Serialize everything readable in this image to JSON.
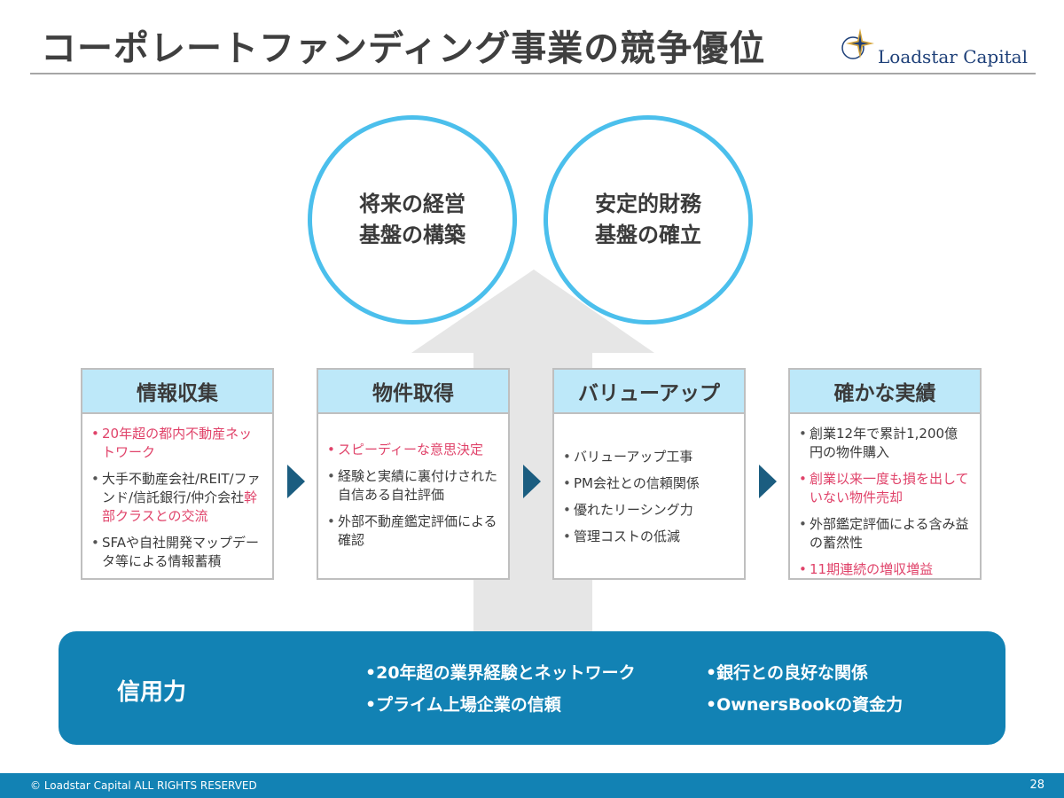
{
  "header": {
    "title": "コーポレートファンディング事業の競争優位",
    "logo_text": "Loadstar Capital"
  },
  "goals": [
    {
      "line1": "将来の経営",
      "line2": "基盤の構築"
    },
    {
      "line1": "安定的財務",
      "line2": "基盤の確立"
    }
  ],
  "steps": [
    {
      "title": "情報収集",
      "items": [
        {
          "text": "20年超の都内不動産ネットワーク",
          "highlight": true
        },
        {
          "text": "大手不動産会社/REIT/ファンド/信託銀行/仲介会社",
          "highlight_tail": "幹部クラスとの交流"
        },
        {
          "text": "SFAや自社開発マップデータ等による情報蓄積"
        }
      ]
    },
    {
      "title": "物件取得",
      "items": [
        {
          "text": "スピーディーな意思決定",
          "highlight": true
        },
        {
          "text": "経験と実績に裏付けされた自信ある自社評価"
        },
        {
          "text": "外部不動産鑑定評価による確認"
        }
      ]
    },
    {
      "title": "バリューアップ",
      "items": [
        {
          "text": "バリューアップ工事"
        },
        {
          "text": "PM会社との信頼関係"
        },
        {
          "text": "優れたリーシング力"
        },
        {
          "text": "管理コストの低減"
        }
      ]
    },
    {
      "title": "確かな実績",
      "items": [
        {
          "text": "創業12年で累計1,200億円の物件購入"
        },
        {
          "text": "創業以来一度も損を出していない物件売却",
          "highlight": true
        },
        {
          "text": "外部鑑定評価による含み益の蓄然性"
        },
        {
          "text": "11期連続の増収増益",
          "highlight": true
        }
      ]
    }
  ],
  "credit": {
    "title": "信用力",
    "items": [
      "20年超の業界経験とネットワーク",
      "プライム上場企業の信頼",
      "銀行との良好な関係",
      "OwnersBookの資金力"
    ]
  },
  "footer": {
    "copyright": "© Loadstar Capital ALL RIGHTS RESERVED",
    "page_number": "28"
  },
  "colors": {
    "accent": "#4bbfec",
    "header_fill": "#bde8f9",
    "highlight": "#e0436a",
    "brand_blue": "#1282b4",
    "arrow_gray": "#e6e6e6",
    "triangle": "#1b5d80"
  }
}
